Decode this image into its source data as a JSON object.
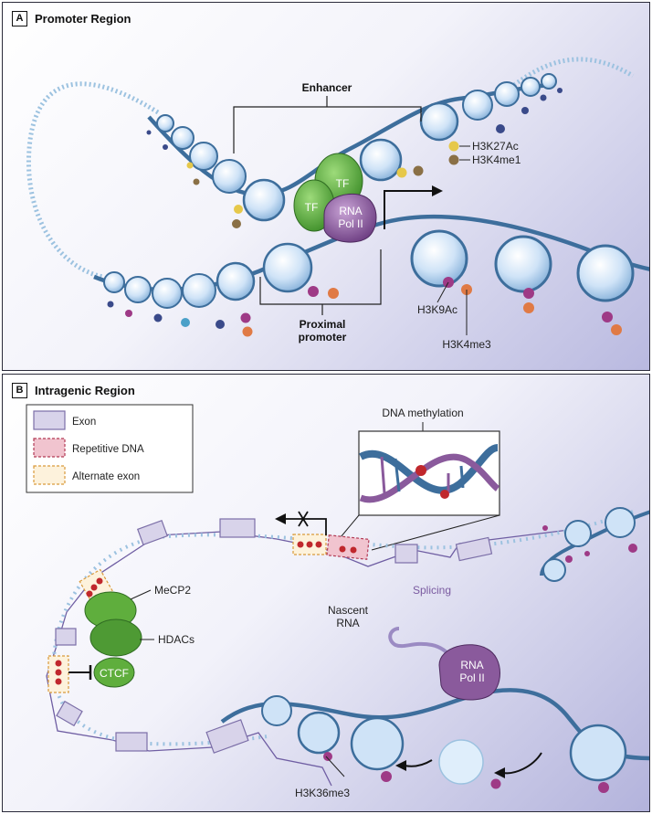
{
  "panel_a": {
    "badge": "A",
    "title": "Promoter Region",
    "labels": {
      "enhancer": "Enhancer",
      "tf1": "TF",
      "tf2": "TF",
      "pol_line1": "RNA",
      "pol_line2": "Pol II",
      "h3k27ac": "H3K27Ac",
      "h3k4me1": "H3K4me1",
      "proximal_line1": "Proximal",
      "proximal_line2": "promoter",
      "h3k9ac": "H3K9Ac",
      "h3k4me3": "H3K4me3"
    }
  },
  "panel_b": {
    "badge": "B",
    "title": "Intragenic Region",
    "legend": [
      {
        "label": "Exon",
        "fill": "#d8d3ea",
        "stroke": "#7c6fa8",
        "dashed": false
      },
      {
        "label": "Repetitive DNA",
        "fill": "#f1c4cf",
        "stroke": "#b23a55",
        "dashed": true
      },
      {
        "label": "Alternate exon",
        "fill": "#fdf2dc",
        "stroke": "#d99a3b",
        "dashed": true
      }
    ],
    "labels": {
      "dna_methylation": "DNA methylation",
      "splicing": "Splicing",
      "mecp2": "MeCP2",
      "hdacs": "HDACs",
      "ctcf": "CTCF",
      "nascent_line1": "Nascent",
      "nascent_line2": "RNA",
      "pol_line1": "RNA",
      "pol_line2": "Pol II",
      "h3k36me3": "H3K36me3"
    }
  },
  "colors": {
    "dna": "#3d6e9c",
    "nucleosome": "#cfe3f7",
    "tf_green": "#5fae3d",
    "pol_purple": "#8a5a9c",
    "acetyl_yellow": "#e6c84a",
    "methyl_brown": "#8a7046",
    "h3k9ac_magenta": "#9e3a86",
    "h3k4me3_orange": "#e07a45",
    "methyl_red": "#c0282d",
    "exon_line": "#6f5ea3"
  }
}
